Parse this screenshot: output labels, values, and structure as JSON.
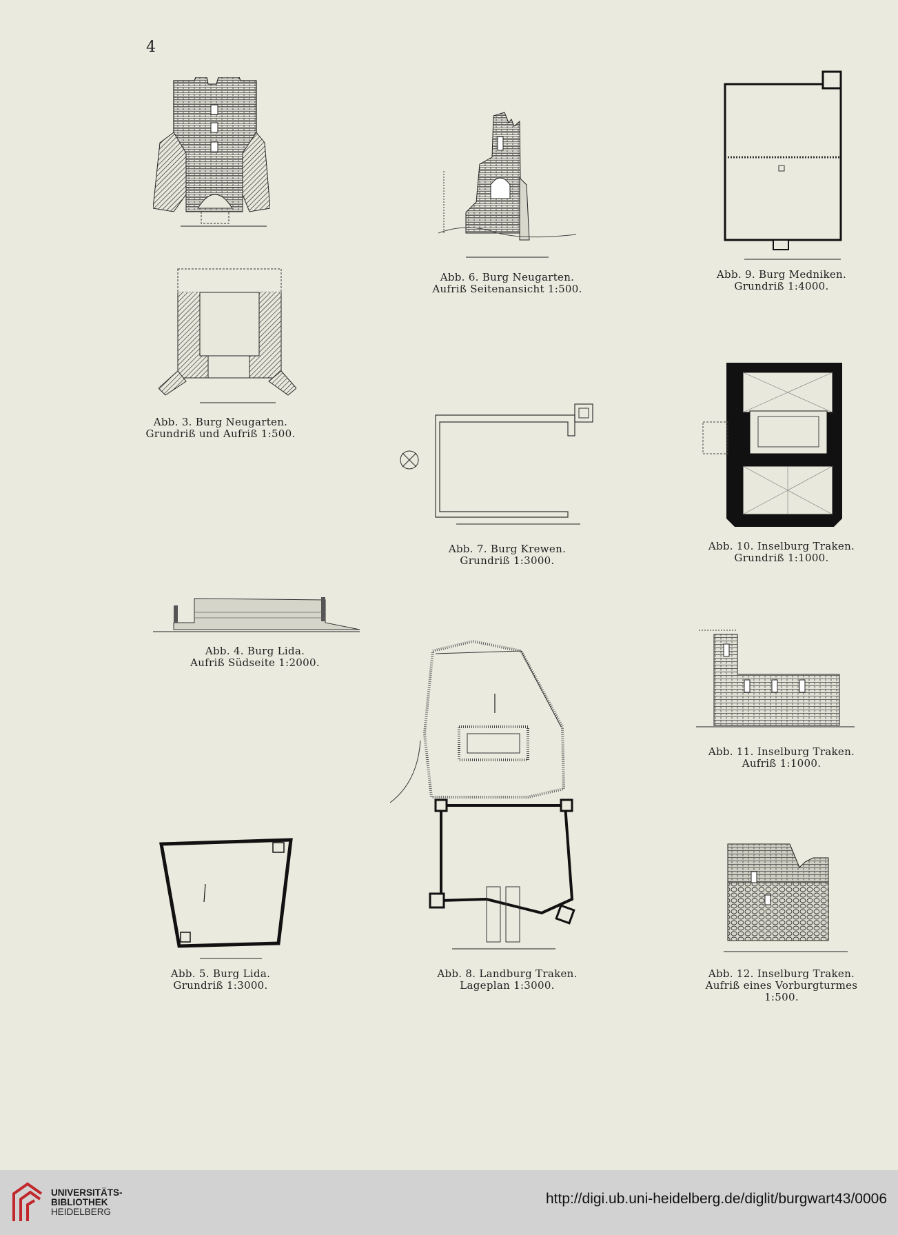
{
  "page_number": "4",
  "figures": [
    {
      "id": "abb3",
      "line1": "Abb. 3. Burg Neugarten.",
      "line2": "Grundriß und Aufriß 1:500."
    },
    {
      "id": "abb4",
      "line1": "Abb. 4. Burg Lida.",
      "line2": "Aufriß Südseite 1:2000."
    },
    {
      "id": "abb5",
      "line1": "Abb. 5. Burg Lida.",
      "line2": "Grundriß 1:3000."
    },
    {
      "id": "abb6",
      "line1": "Abb. 6. Burg Neugarten.",
      "line2": "Aufriß Seitenansicht 1:500."
    },
    {
      "id": "abb7",
      "line1": "Abb. 7. Burg Krewen.",
      "line2": "Grundriß 1:3000."
    },
    {
      "id": "abb8",
      "line1": "Abb. 8. Landburg Traken.",
      "line2": "Lageplan 1:3000."
    },
    {
      "id": "abb9",
      "line1": "Abb. 9. Burg Medniken.",
      "line2": "Grundriß 1:4000."
    },
    {
      "id": "abb10",
      "line1": "Abb. 10. Inselburg Traken.",
      "line2": "Grundriß 1:1000."
    },
    {
      "id": "abb11",
      "line1": "Abb. 11. Inselburg Traken.",
      "line2": "Aufriß 1:1000."
    },
    {
      "id": "abb12",
      "line1": "Abb. 12. Inselburg Traken.",
      "line2": "Aufriß eines Vorburgturmes",
      "line3": "1:500."
    }
  ],
  "footer": {
    "library_line1": "UNIVERSITÄTS-",
    "library_line2": "BIBLIOTHEK",
    "library_line3": "HEIDELBERG",
    "url": "http://digi.ub.uni-heidelberg.de/diglit/burgwart43/0006"
  },
  "colors": {
    "paper": "#ebeadf",
    "ink": "#1c1c1c",
    "footer_bg": "#d2d2d2",
    "logo_red": "#c0282d"
  }
}
